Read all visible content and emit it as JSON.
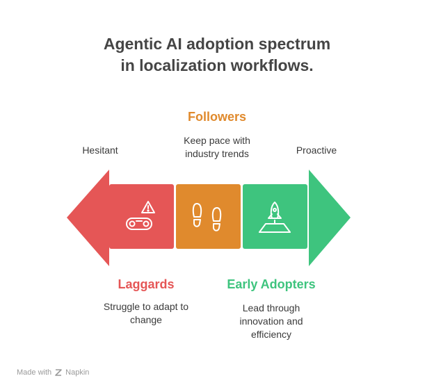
{
  "title": {
    "line1": "Agentic AI adoption spectrum",
    "line2": "in localization workflows."
  },
  "left_end_label": "Hesitant",
  "right_end_label": "Proactive",
  "segments": {
    "laggards": {
      "name": "Laggards",
      "desc_line1": "Struggle to adapt to",
      "desc_line2": "change",
      "color": "#e55656",
      "icon": "conveyor-warning-icon"
    },
    "followers": {
      "name": "Followers",
      "desc_line1": "Keep pace with",
      "desc_line2": "industry trends",
      "color": "#e08a2d",
      "icon": "footsteps-icon"
    },
    "early_adopters": {
      "name": "Early Adopters",
      "desc_line1": "Lead through",
      "desc_line2": "innovation and",
      "desc_line3": "efficiency",
      "color": "#3ec47e",
      "icon": "rocket-launch-icon"
    }
  },
  "footer": {
    "made_with": "Made with",
    "brand": "Napkin"
  }
}
